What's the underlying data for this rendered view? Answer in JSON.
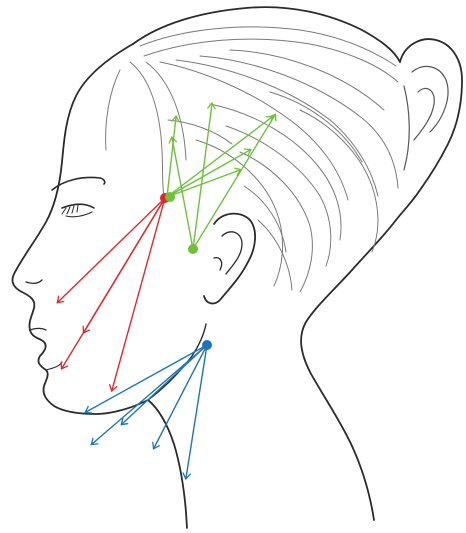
{
  "colors": {
    "outline": "#2b2b2b",
    "hair": "#7a7a7a",
    "green": "#6cc23a",
    "red": "#e3262b",
    "blue": "#1b75bb"
  },
  "vector_groups": [
    {
      "name": "temple-upward",
      "color": "green",
      "count": 4
    },
    {
      "name": "lower-temple-upward",
      "color": "green",
      "count": 3
    },
    {
      "name": "cheek-downward",
      "color": "red",
      "count": 4
    },
    {
      "name": "neck-downward",
      "color": "blue",
      "count": 5
    }
  ],
  "anchor_points": [
    "temple-point",
    "lower-temple-point",
    "cheek-point",
    "jaw-point"
  ]
}
